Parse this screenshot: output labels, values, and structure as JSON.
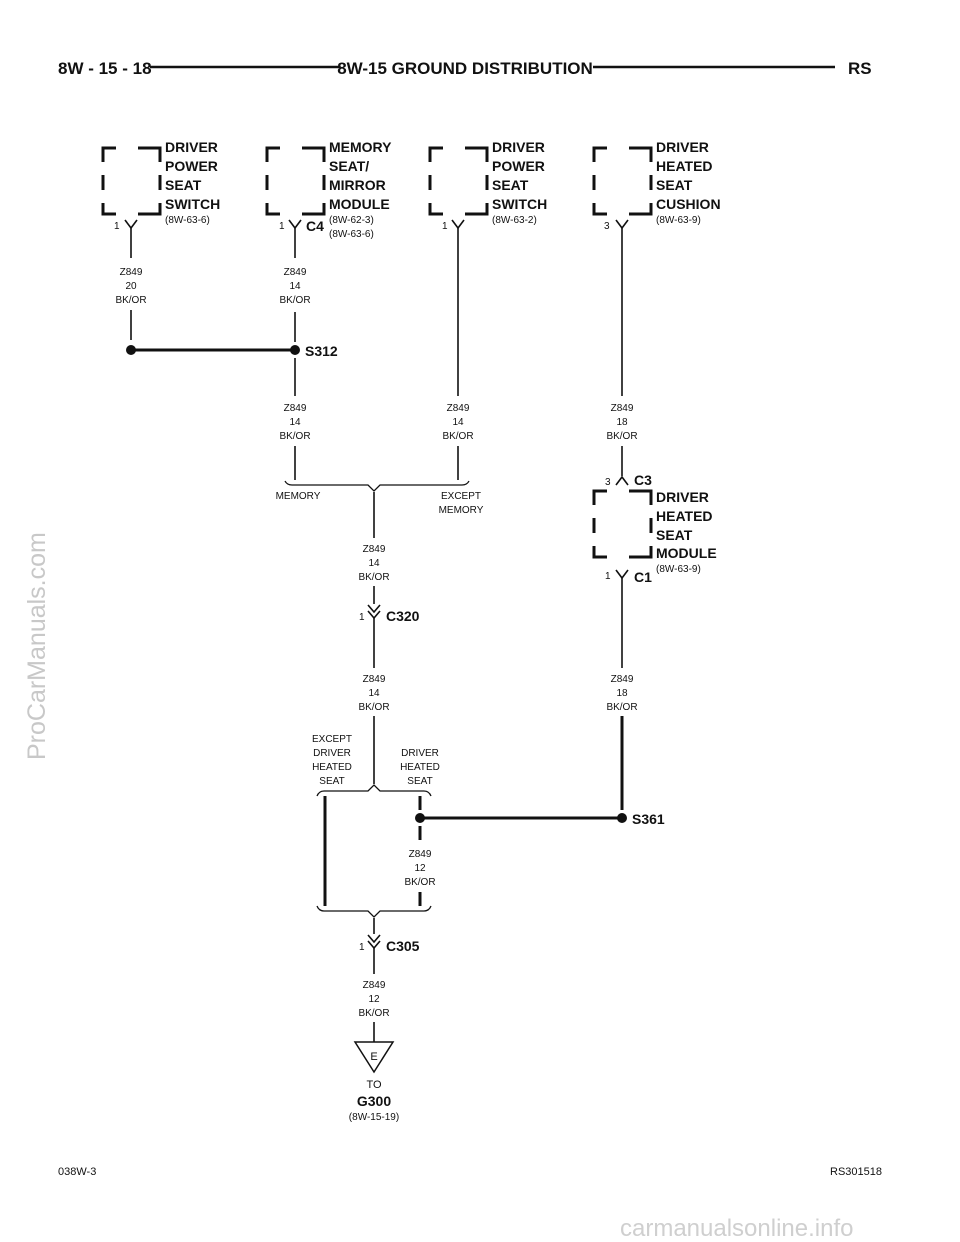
{
  "header": {
    "page_number": "8W - 15 - 18",
    "title": "8W-15 GROUND DISTRIBUTION",
    "model": "RS"
  },
  "components": {
    "switch1": {
      "lines": [
        "DRIVER",
        "POWER",
        "SEAT",
        "SWITCH"
      ],
      "ref": "(8W-63-6)",
      "pin": "1"
    },
    "memory_module": {
      "lines": [
        "MEMORY",
        "SEAT/",
        "MIRROR",
        "MODULE"
      ],
      "ref1": "(8W-62-3)",
      "ref2": "(8W-63-6)",
      "pin": "1",
      "connector": "C4"
    },
    "switch2": {
      "lines": [
        "DRIVER",
        "POWER",
        "SEAT",
        "SWITCH"
      ],
      "ref": "(8W-63-2)",
      "pin": "1"
    },
    "cushion": {
      "lines": [
        "DRIVER",
        "HEATED",
        "SEAT",
        "CUSHION"
      ],
      "ref": "(8W-63-9)",
      "pin": "3"
    },
    "heated_module": {
      "lines": [
        "DRIVER",
        "HEATED",
        "SEAT",
        "MODULE"
      ],
      "ref": "(8W-63-9)",
      "pin_top": "3",
      "conn_top": "C3",
      "pin_bottom": "1",
      "conn_bottom": "C1"
    }
  },
  "wires": {
    "w1": [
      "Z849",
      "20",
      "BK/OR"
    ],
    "w2": [
      "Z849",
      "14",
      "BK/OR"
    ],
    "w3": [
      "Z849",
      "14",
      "BK/OR"
    ],
    "w4": [
      "Z849",
      "14",
      "BK/OR"
    ],
    "w5": [
      "Z849",
      "18",
      "BK/OR"
    ],
    "w6": [
      "Z849",
      "14",
      "BK/OR"
    ],
    "w7": [
      "Z849",
      "14",
      "BK/OR"
    ],
    "w8": [
      "Z849",
      "18",
      "BK/OR"
    ],
    "w9": [
      "Z849",
      "12",
      "BK/OR"
    ],
    "w10": [
      "Z849",
      "12",
      "BK/OR"
    ]
  },
  "splices": {
    "s312": "S312",
    "s361": "S361"
  },
  "connectors": {
    "c320": {
      "name": "C320",
      "pin": "1"
    },
    "c305": {
      "name": "C305",
      "pin": "1"
    }
  },
  "options": {
    "memory": "MEMORY",
    "except_memory": [
      "EXCEPT",
      "MEMORY"
    ],
    "except_heated": [
      "EXCEPT",
      "DRIVER",
      "HEATED",
      "SEAT"
    ],
    "heated": [
      "DRIVER",
      "HEATED",
      "SEAT"
    ]
  },
  "ground": {
    "letter": "E",
    "to": "TO",
    "name": "G300",
    "ref": "(8W-15-19)"
  },
  "footer": {
    "left_code": "038W-3",
    "right_code": "RS301518"
  },
  "watermarks": {
    "left": "ProCarManuals.com",
    "bottom": "carmanualsonline.info"
  }
}
